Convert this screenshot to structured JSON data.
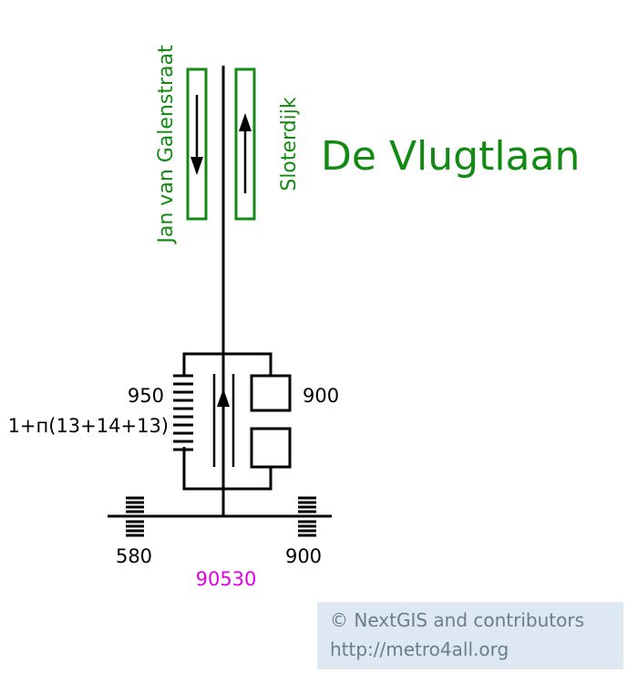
{
  "station": {
    "name": "De Vlugtlaan",
    "color": "#138a13"
  },
  "platforms": {
    "left_direction": "Jan van Galenstraat",
    "right_direction": "Sloterdijk"
  },
  "measurements": {
    "stairs_width": "950",
    "stairs_steps": "1+п(13+14+13)",
    "elevator_width": "900",
    "left_exit_width": "580",
    "right_exit_width": "900"
  },
  "exit": {
    "code": "90530",
    "color": "#e000e0"
  },
  "credits": {
    "line1": "© NextGIS and contributors",
    "line2": "http://metro4all.org"
  }
}
